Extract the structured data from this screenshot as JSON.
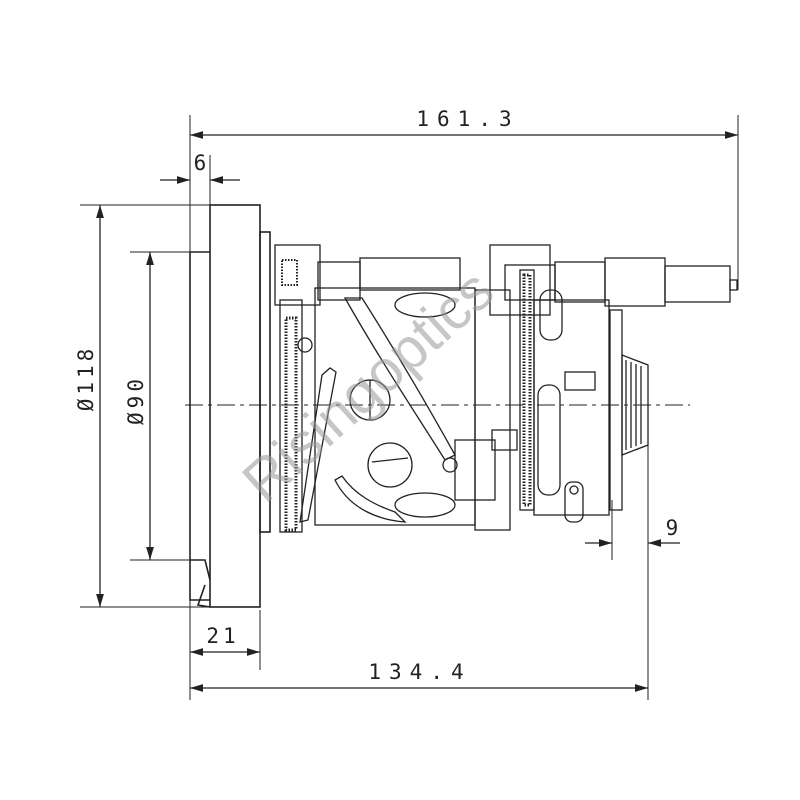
{
  "drawing": {
    "title": "Zoom lens side view mechanical drawing",
    "dimensions": {
      "overall_length": "161.3",
      "flange_step": "6",
      "outer_diameter": "Ø118",
      "mount_diameter": "Ø90",
      "rear_offset": "9",
      "flange_thickness": "21",
      "body_length": "134.4"
    },
    "watermark": "Risingoptics"
  }
}
